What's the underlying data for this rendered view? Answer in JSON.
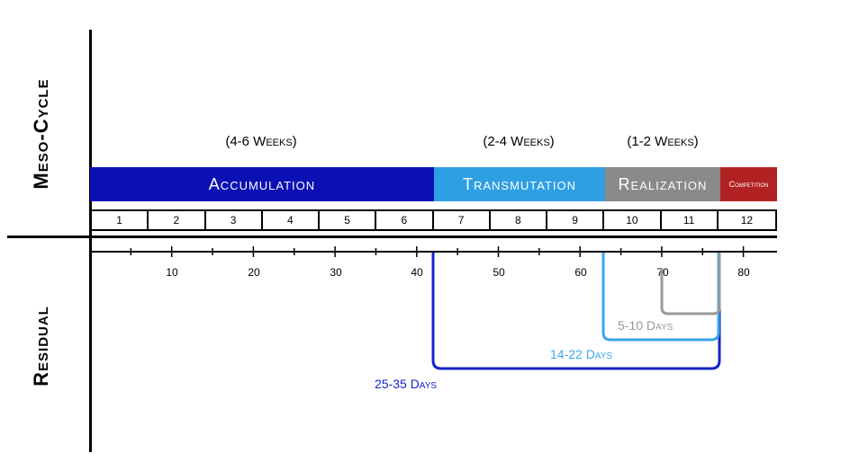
{
  "labels": {
    "meso_cycle": "Meso-Cycle",
    "residual": "Residual"
  },
  "durations": {
    "accumulation": "(4-6 Weeks)",
    "transmutation": "(2-4 Weeks)",
    "realization": "(1-2 Weeks)"
  },
  "phases": {
    "accumulation": "Accumulation",
    "transmutation": "Transmutation",
    "realization": "Realization",
    "competition": "Competition"
  },
  "weeks": [
    "1",
    "2",
    "3",
    "4",
    "5",
    "6",
    "7",
    "8",
    "9",
    "10",
    "11",
    "12"
  ],
  "day_axis": {
    "ticks": [
      "10",
      "20",
      "30",
      "40",
      "50",
      "60",
      "70",
      "80"
    ]
  },
  "residuals": {
    "accumulation": "25-35 Days",
    "transmutation": "14-22 Days",
    "realization": "5-10 Days"
  },
  "colors": {
    "accumulation": "#0a10b4",
    "transmutation": "#2f9fe3",
    "realization": "#8a8a8a",
    "competition": "#b22222",
    "accumulation_bracket": "#1424c8",
    "transmutation_bracket": "#3aa6ea",
    "realization_bracket": "#9a9a9a"
  }
}
